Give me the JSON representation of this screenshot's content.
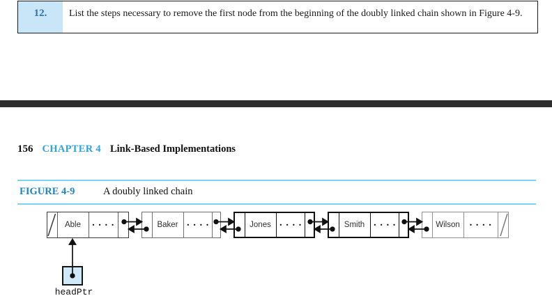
{
  "exercise": {
    "number": "12.",
    "text": "List the steps necessary to remove the first node from the beginning of the doubly linked chain shown in Figure 4-9."
  },
  "running_head": {
    "page_number": "156",
    "chapter_label": "CHAPTER 4",
    "chapter_title": "Link-Based Implementations"
  },
  "figure": {
    "label": "FIGURE 4-9",
    "caption": "A doubly linked chain"
  },
  "diagram": {
    "nodes": [
      {
        "label": "Able",
        "prev": "null",
        "next": "Baker"
      },
      {
        "label": "Baker",
        "prev": "Able",
        "next": "Jones"
      },
      {
        "label": "Jones",
        "prev": "Baker",
        "next": "Smith"
      },
      {
        "label": "Smith",
        "prev": "Jones",
        "next": "Wilson"
      },
      {
        "label": "Wilson",
        "prev": "Smith",
        "next": "null"
      }
    ],
    "data_dots": "••••",
    "head_pointer_label": "headPtr"
  },
  "colors": {
    "number_blue": "#2a72b8",
    "chapter_blue": "#2fa3dc",
    "figure_blue": "#1f86c4",
    "rule_blue": "#7dd1f1",
    "highlight_bg": "#c9e5f8",
    "pointer_box_fill": "#cfe9f9",
    "divider_bar": "#2e2e2e"
  }
}
